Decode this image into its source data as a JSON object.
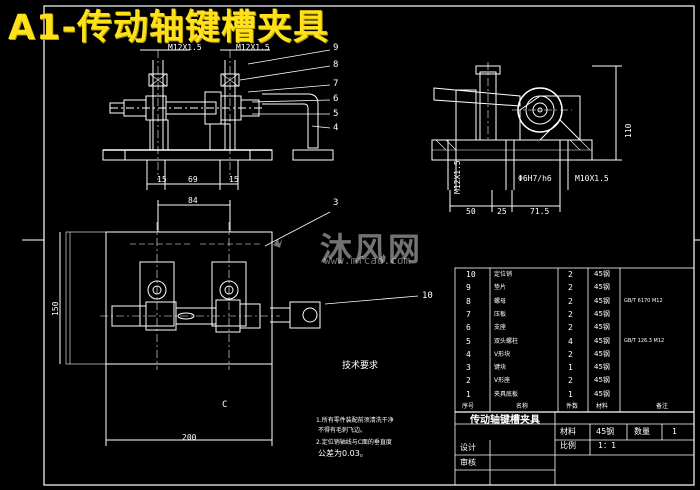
{
  "title": "A1-传动轴键槽夹具",
  "watermark": {
    "brand": "沐风网",
    "url": "www.mfcad.com"
  },
  "colors": {
    "line": "#ffffff",
    "title": "#ffe11a",
    "dim": "#ffffff",
    "bg": "#000000"
  },
  "top_view": {
    "thread_left": "M12X1.5",
    "thread_right": "M12X1.5",
    "dim_15a": "15",
    "dim_69": "69",
    "dim_15b": "15"
  },
  "side_view": {
    "thread_a": "M12X1.5",
    "fit": "Φ6H7/h6",
    "thread_b": "M10X1.5",
    "dim_50": "50",
    "dim_25": "25",
    "dim_71": "71.5",
    "dim_110": "110"
  },
  "plan_view": {
    "dim_84": "84",
    "dim_150": "150",
    "dim_200": "200",
    "label_c": "C"
  },
  "callouts": [
    "9",
    "8",
    "7",
    "6",
    "5",
    "4",
    "3",
    "10"
  ],
  "tech_req": {
    "heading": "技术要求",
    "line1": "1.所有零件装配前须清洗干净",
    "line2": "不得有毛刺飞边。",
    "line3": "2.定位销轴线与C面的垂直度",
    "line4": "公差为0.03。"
  },
  "bom": [
    {
      "no": "10",
      "name": "定位销",
      "qty": "2",
      "mat": "45钢",
      "note": ""
    },
    {
      "no": "9",
      "name": "垫片",
      "qty": "2",
      "mat": "45钢",
      "note": ""
    },
    {
      "no": "8",
      "name": "螺母",
      "qty": "2",
      "mat": "45钢",
      "note": "GB/T 6170 M12"
    },
    {
      "no": "7",
      "name": "压板",
      "qty": "2",
      "mat": "45钢",
      "note": ""
    },
    {
      "no": "6",
      "name": "支座",
      "qty": "2",
      "mat": "45钢",
      "note": ""
    },
    {
      "no": "5",
      "name": "双头螺柱",
      "qty": "4",
      "mat": "45钢",
      "note": "GB/T 126.3 M12"
    },
    {
      "no": "4",
      "name": "V形块",
      "qty": "2",
      "mat": "45钢",
      "note": ""
    },
    {
      "no": "3",
      "name": "键块",
      "qty": "1",
      "mat": "45钢",
      "note": ""
    },
    {
      "no": "2",
      "name": "V形座",
      "qty": "2",
      "mat": "45钢",
      "note": ""
    },
    {
      "no": "1",
      "name": "夹具底板",
      "qty": "1",
      "mat": "45钢",
      "note": ""
    }
  ],
  "bom_header": {
    "no": "序号",
    "name": "名称",
    "qty": "件数",
    "mat": "材料",
    "note": "备注"
  },
  "title_block": {
    "name": "传动轴键槽夹具",
    "material_label": "材料",
    "material": "45钢",
    "qty_label": "数量",
    "qty": "1",
    "scale_label": "比例",
    "scale": "1：1",
    "design_label": "设计",
    "review_label": "审核"
  }
}
